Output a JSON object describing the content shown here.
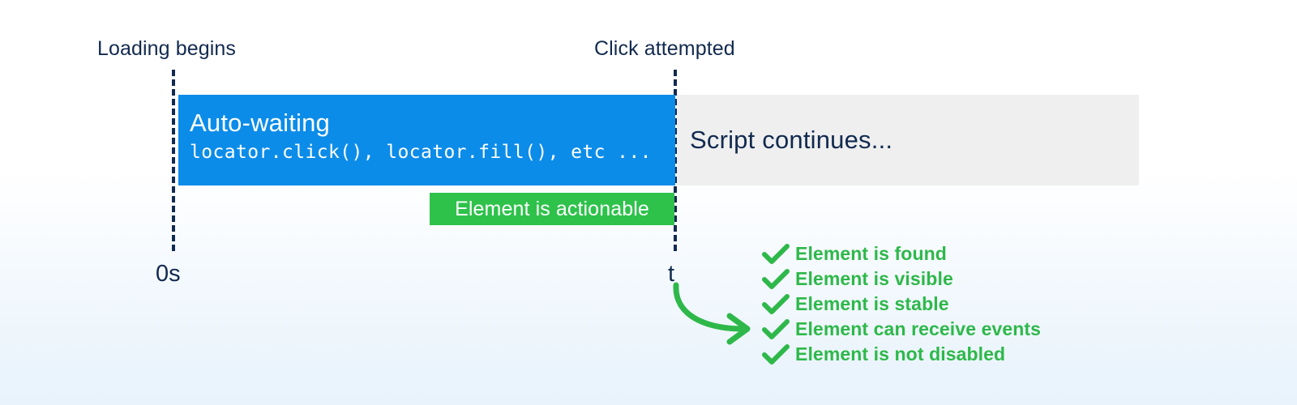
{
  "colors": {
    "accent_blue": "#0c8ce9",
    "accent_green": "#2ec24b",
    "check_green": "#2eb84a",
    "neutral_gray": "#efefef",
    "text_navy": "#122a4f",
    "background_top": "#ffffff",
    "background_bottom": "#e9f3fc"
  },
  "timeline": {
    "start_caption": "Loading begins",
    "end_caption": "Click attempted",
    "start_axis_label": "0s",
    "end_axis_label": "t",
    "bars": [
      {
        "name": "auto-waiting",
        "title": "Auto-waiting",
        "code": "locator.click(), locator.fill(), etc ..."
      },
      {
        "name": "script-continues",
        "title": "Script continues..."
      }
    ],
    "badge": {
      "label": "Element is actionable"
    }
  },
  "checklist": {
    "icon": "check-icon",
    "items": [
      {
        "label": "Element is found"
      },
      {
        "label": "Element is visible"
      },
      {
        "label": "Element is stable"
      },
      {
        "label": "Element can receive events"
      },
      {
        "label": "Element is not disabled"
      }
    ]
  },
  "arrow": {
    "name": "curved-arrow",
    "direction": "right-down"
  }
}
